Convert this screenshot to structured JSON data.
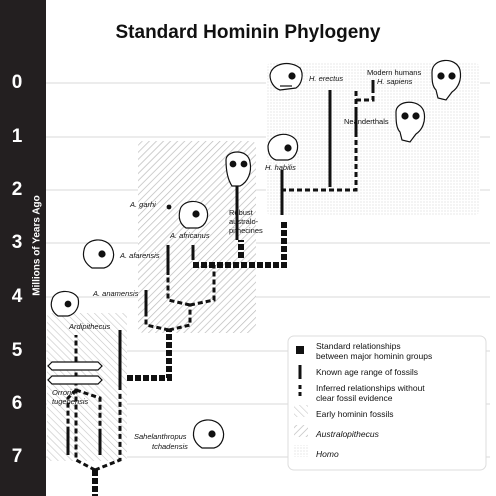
{
  "title": "Standard Hominin Phylogeny",
  "axis": {
    "title": "Millions of Years Ago",
    "ticks": [
      "0",
      "1",
      "2",
      "3",
      "4",
      "5",
      "6",
      "7"
    ]
  },
  "taxa": {
    "erectus": "H. erectus",
    "modern": "Modern humans",
    "sapiens": "H. sapiens",
    "neanderthals": "Neanderthals",
    "habilis": "H. habilis",
    "garhi": "A. garhi",
    "africanus": "A. africanus",
    "robust1": "Robust",
    "robust2": "australo-",
    "robust3": "pithecines",
    "afarensis": "A. afarensis",
    "anamensis": "A. anamensis",
    "ardipithecus": "Ardipithecus",
    "orrorin1": "Orrorin",
    "orrorin2": "tugenensis",
    "sahel1": "Sahelanthropus",
    "sahel2": "tchadensis"
  },
  "legend": {
    "standard1": "Standard relationships",
    "standard2": "between major hominin groups",
    "age": "Known age range of fossils",
    "inferred1": "Inferred relationships without",
    "inferred2": "clear fossil evidence",
    "early": "Early hominin fossils",
    "australo": "Australopithecus",
    "homo": "Homo"
  },
  "colors": {
    "axis_bg": "#231f20",
    "line": "#111111",
    "grid": "#cccccc"
  }
}
